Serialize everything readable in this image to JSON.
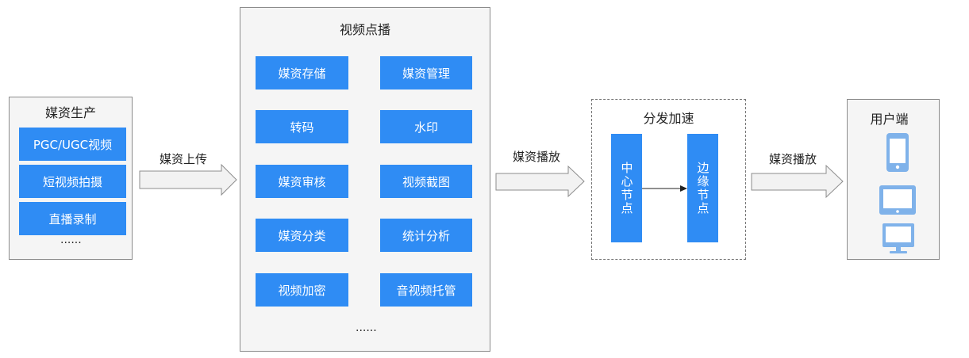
{
  "production": {
    "title": "媒资生产",
    "items": [
      "PGC/UGC视频",
      "短视频拍摄",
      "直播录制"
    ],
    "more": "......"
  },
  "arrow_upload": {
    "label": "媒资上传"
  },
  "vod": {
    "title": "视频点播",
    "items": [
      "媒资存储",
      "媒资管理",
      "转码",
      "水印",
      "媒资审核",
      "视频截图",
      "媒资分类",
      "统计分析",
      "视频加密",
      "音视频托管"
    ],
    "more": "......"
  },
  "arrow_play1": {
    "label": "媒资播放"
  },
  "cdn": {
    "title": "分发加速",
    "center_node": "中心节点",
    "edge_node": "边缘节点"
  },
  "arrow_play2": {
    "label": "媒资播放"
  },
  "client": {
    "title": "用户端",
    "icons": [
      "phone-icon",
      "tablet-icon",
      "monitor-icon"
    ]
  },
  "colors": {
    "box_blue": "#2f8cf4",
    "panel_bg": "#f5f5f5",
    "device_blue": "#7fb2ea"
  }
}
